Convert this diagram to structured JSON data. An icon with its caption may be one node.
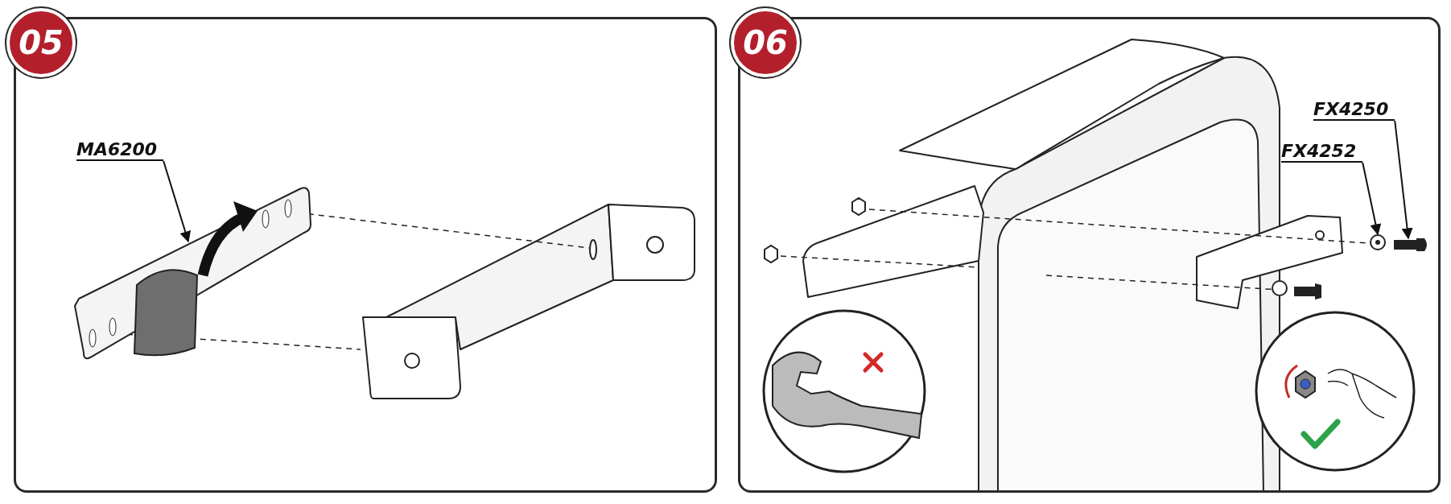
{
  "diagram": {
    "nodes": [
      {
        "text": [
          "05"
        ]
      },
      {
        "text": [
          "MA6200"
        ],
        "in": 0
      },
      {
        "text": [],
        "shape": "picture",
        "in": 0
      },
      {
        "text": [
          "06"
        ]
      },
      {
        "text": [
          "FX4250"
        ],
        "in": 3
      },
      {
        "text": [
          "FX4252"
        ],
        "in": 3
      },
      {
        "text": [],
        "shape": "picture",
        "in": 3
      },
      {
        "text": [],
        "shape": "picture",
        "in": 3
      }
    ],
    "edges": [
      {
        "from": 1,
        "to": 2,
        "arrow": "to"
      },
      {
        "from": 4,
        "to": 7,
        "arrow": "to"
      },
      {
        "from": 5,
        "to": 6,
        "arrow": "to"
      }
    ]
  }
}
